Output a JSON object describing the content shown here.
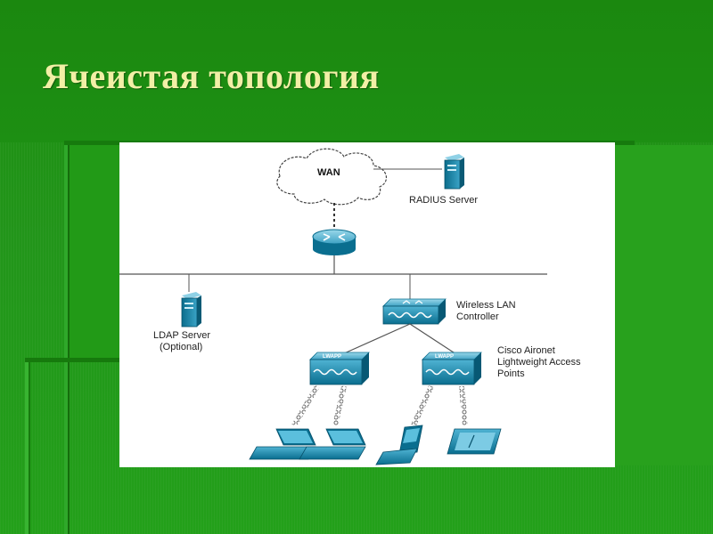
{
  "slide": {
    "title": "Ячеистая топология"
  },
  "diagram": {
    "wan_label": "WAN",
    "radius_label": "RADIUS Server",
    "ldap_label_line1": "LDAP Server",
    "ldap_label_line2": "(Optional)",
    "wlc_label_line1": "Wireless LAN",
    "wlc_label_line2": "Controller",
    "ap_label_line1": "Cisco Aironet",
    "ap_label_line2": "Lightweight Access",
    "ap_label_line3": "Points",
    "ap_badge": "LWAPP",
    "node_color": "#0a6e8f"
  }
}
